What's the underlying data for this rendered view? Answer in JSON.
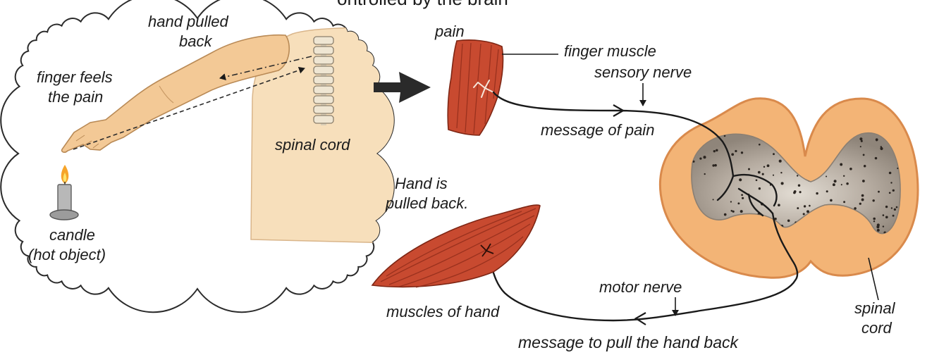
{
  "header_fragment": "ontrolled by the brain",
  "left_panel": {
    "hand_pulled_back": [
      "hand pulled",
      "back"
    ],
    "finger_feels_pain": [
      "finger feels",
      "the pain"
    ],
    "spinal_cord": "spinal cord",
    "candle": [
      "candle",
      "(hot object)"
    ]
  },
  "reflex_arc": {
    "pain": "pain",
    "finger_muscle": "finger muscle",
    "sensory_nerve": "sensory nerve",
    "message_of_pain": "message of pain",
    "hand_pulled_back": [
      "Hand is",
      "pulled back."
    ],
    "motor_nerve": "motor nerve",
    "muscles_of_hand": "muscles of hand",
    "message_pull_back": "message to pull the hand back",
    "spinal_cord": [
      "spinal",
      "cord"
    ]
  },
  "colors": {
    "skin": "#f3c996",
    "torso": "#f7dfbb",
    "muscle": "#c84a30",
    "cord_outer": "#f3b476",
    "cord_outline": "#d98a4c",
    "vertebra": "#efe6d3",
    "flame": "#f6a42a",
    "candle": "#b8b8b8",
    "arrow": "#2a2a2a"
  }
}
